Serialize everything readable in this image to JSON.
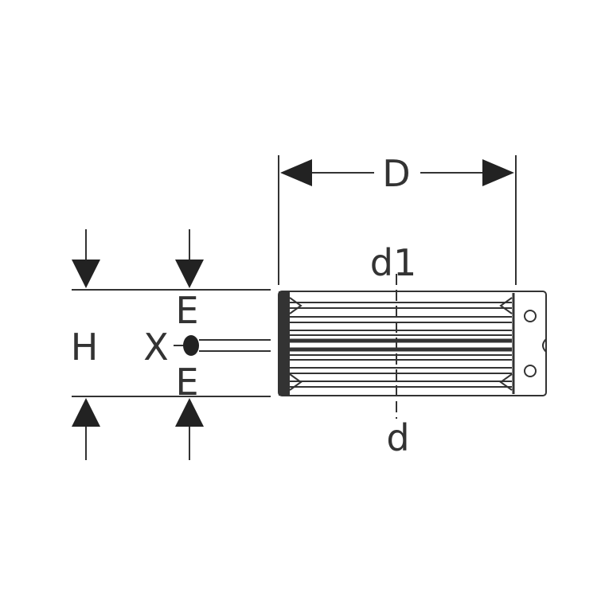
{
  "labels": {
    "D": "D",
    "d1": "d1",
    "d": "d",
    "H": "H",
    "X": "X",
    "E_top": "E",
    "E_bottom": "E"
  },
  "colors": {
    "line": "#333333",
    "background": "#ffffff"
  }
}
